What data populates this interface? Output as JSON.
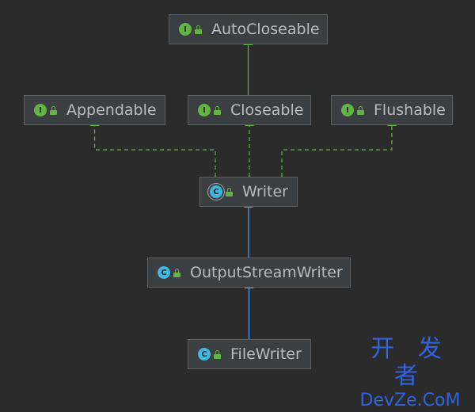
{
  "diagram": {
    "nodes": [
      {
        "id": "autocloseable",
        "label": "AutoCloseable",
        "kind": "interface",
        "kind_letter": "I",
        "icon": "interface-icon"
      },
      {
        "id": "appendable",
        "label": "Appendable",
        "kind": "interface",
        "kind_letter": "I",
        "icon": "interface-icon"
      },
      {
        "id": "closeable",
        "label": "Closeable",
        "kind": "interface",
        "kind_letter": "I",
        "icon": "interface-icon"
      },
      {
        "id": "flushable",
        "label": "Flushable",
        "kind": "interface",
        "kind_letter": "I",
        "icon": "interface-icon"
      },
      {
        "id": "writer",
        "label": "Writer",
        "kind": "abstract",
        "kind_letter": "C",
        "icon": "abstract-class-icon"
      },
      {
        "id": "outputstreamwriter",
        "label": "OutputStreamWriter",
        "kind": "class",
        "kind_letter": "C",
        "icon": "class-icon"
      },
      {
        "id": "filewriter",
        "label": "FileWriter",
        "kind": "class",
        "kind_letter": "C",
        "icon": "class-icon"
      }
    ],
    "edges": [
      {
        "from": "closeable",
        "to": "autocloseable",
        "type": "extends"
      },
      {
        "from": "writer",
        "to": "appendable",
        "type": "implements"
      },
      {
        "from": "writer",
        "to": "closeable",
        "type": "implements"
      },
      {
        "from": "writer",
        "to": "flushable",
        "type": "implements"
      },
      {
        "from": "outputstreamwriter",
        "to": "writer",
        "type": "extends-class"
      },
      {
        "from": "filewriter",
        "to": "outputstreamwriter",
        "type": "extends-class"
      }
    ],
    "colors": {
      "background": "#2b2b2b",
      "node_fill": "#3c3f41",
      "node_border": "#5e6060",
      "interface_edge": "#62b543",
      "class_edge": "#589df6",
      "text": "#bbbbbb"
    }
  },
  "watermark": {
    "line1": "开 发 者",
    "line2": "DevZe.CoM"
  }
}
